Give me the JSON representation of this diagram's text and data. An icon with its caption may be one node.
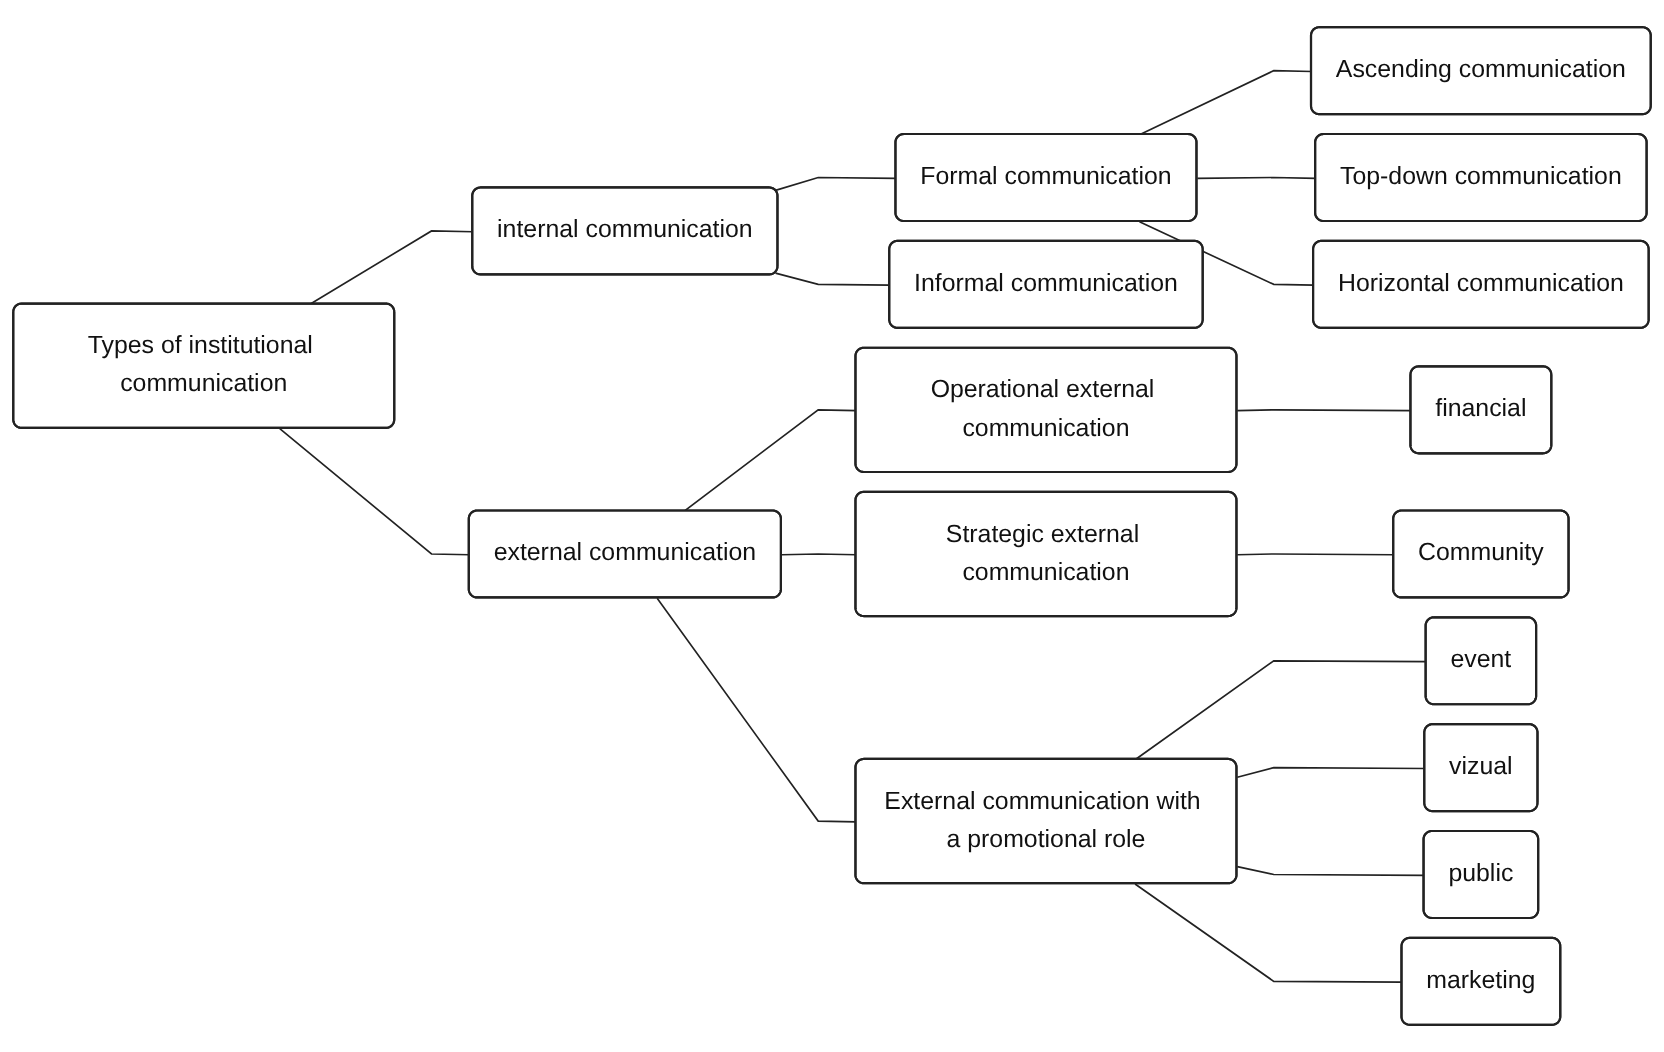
{
  "diagram": {
    "nodes": [
      {
        "text": [
          "Types of institutional communication"
        ]
      },
      {
        "text": [
          "internal communication"
        ]
      },
      {
        "text": [
          "external communication"
        ]
      },
      {
        "text": [
          "Formal communication"
        ]
      },
      {
        "text": [
          "Informal communication"
        ]
      },
      {
        "text": [
          "Ascending communication"
        ]
      },
      {
        "text": [
          "Top-down communication"
        ]
      },
      {
        "text": [
          "Horizontal communication"
        ]
      },
      {
        "text": [
          "Operational external communication"
        ]
      },
      {
        "text": [
          "Strategic external communication"
        ]
      },
      {
        "text": [
          "External communication with a promotional role"
        ]
      },
      {
        "text": [
          "financial"
        ]
      },
      {
        "text": [
          "Community"
        ]
      },
      {
        "text": [
          "event"
        ]
      },
      {
        "text": [
          "vizual"
        ]
      },
      {
        "text": [
          "public"
        ]
      },
      {
        "text": [
          "marketing"
        ]
      }
    ],
    "edges": [
      {
        "from": 0,
        "to": 1,
        "arrow": "none"
      },
      {
        "from": 0,
        "to": 2,
        "arrow": "none"
      },
      {
        "from": 1,
        "to": 3,
        "arrow": "none"
      },
      {
        "from": 1,
        "to": 4,
        "arrow": "none"
      },
      {
        "from": 3,
        "to": 5,
        "arrow": "none"
      },
      {
        "from": 3,
        "to": 6,
        "arrow": "none"
      },
      {
        "from": 3,
        "to": 7,
        "arrow": "none"
      },
      {
        "from": 2,
        "to": 8,
        "arrow": "none"
      },
      {
        "from": 2,
        "to": 9,
        "arrow": "none"
      },
      {
        "from": 2,
        "to": 10,
        "arrow": "none"
      },
      {
        "from": 8,
        "to": 11,
        "arrow": "none"
      },
      {
        "from": 9,
        "to": 12,
        "arrow": "none"
      },
      {
        "from": 10,
        "to": 13,
        "arrow": "none"
      },
      {
        "from": 10,
        "to": 14,
        "arrow": "none"
      },
      {
        "from": 10,
        "to": 15,
        "arrow": "none"
      },
      {
        "from": 10,
        "to": 16,
        "arrow": "none"
      }
    ]
  }
}
